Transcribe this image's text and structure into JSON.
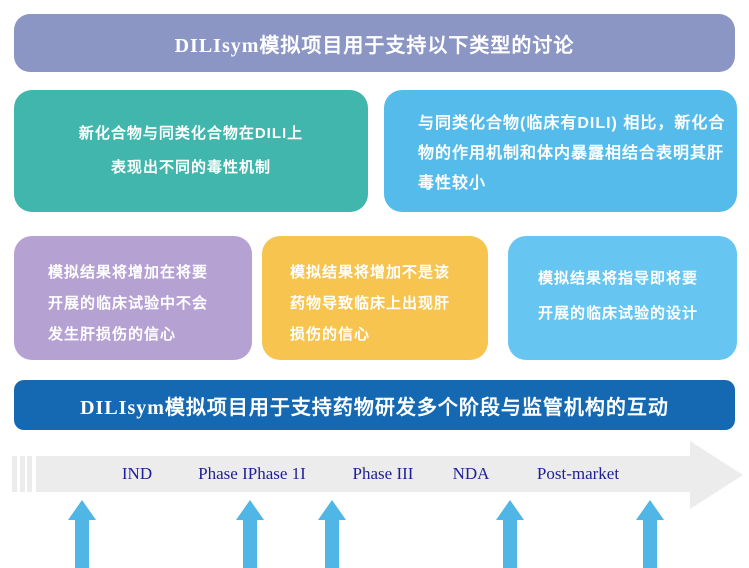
{
  "banner_top": {
    "text": "DILIsym模拟项目用于支持以下类型的讨论",
    "color": "#8b96c5"
  },
  "row2": {
    "box_teal": {
      "color": "#41b6ac",
      "lines": [
        "新化合物与同类化合物在DILI上",
        "表现出不同的毒性机制"
      ]
    },
    "box_blue": {
      "color": "#55bbea",
      "lines": [
        "与同类化合物(临床有DILI) 相比，新化合",
        "物的作用机制和体内暴露相结合表明其肝",
        "毒性较小"
      ]
    }
  },
  "row3": {
    "box_purple": {
      "color": "#b6a1d3",
      "lines": [
        "模拟结果将增加在将要",
        "开展的临床试验中不会",
        "发生肝损伤的信心"
      ]
    },
    "box_yellow": {
      "color": "#f6c44f",
      "lines": [
        "模拟结果将增加不是该",
        "药物导致临床上出现肝",
        "损伤的信心"
      ]
    },
    "box_skyblue": {
      "color": "#67c5f1",
      "lines": [
        "模拟结果将指导即将要",
        "开展的临床试验的设计"
      ]
    }
  },
  "banner_bottom": {
    "text": "DILIsym模拟项目用于支持药物研发多个阶段与监管机构的互动",
    "color": "#1569b3"
  },
  "timeline": {
    "bar_color": "#ececec",
    "label_color": "#1e1e96",
    "arrow_color": "#4fb6e6",
    "labels": [
      "IND",
      "Phase IPhase 1I",
      "Phase III",
      "NDA",
      "Post-market"
    ],
    "up_arrow_count": 5
  }
}
